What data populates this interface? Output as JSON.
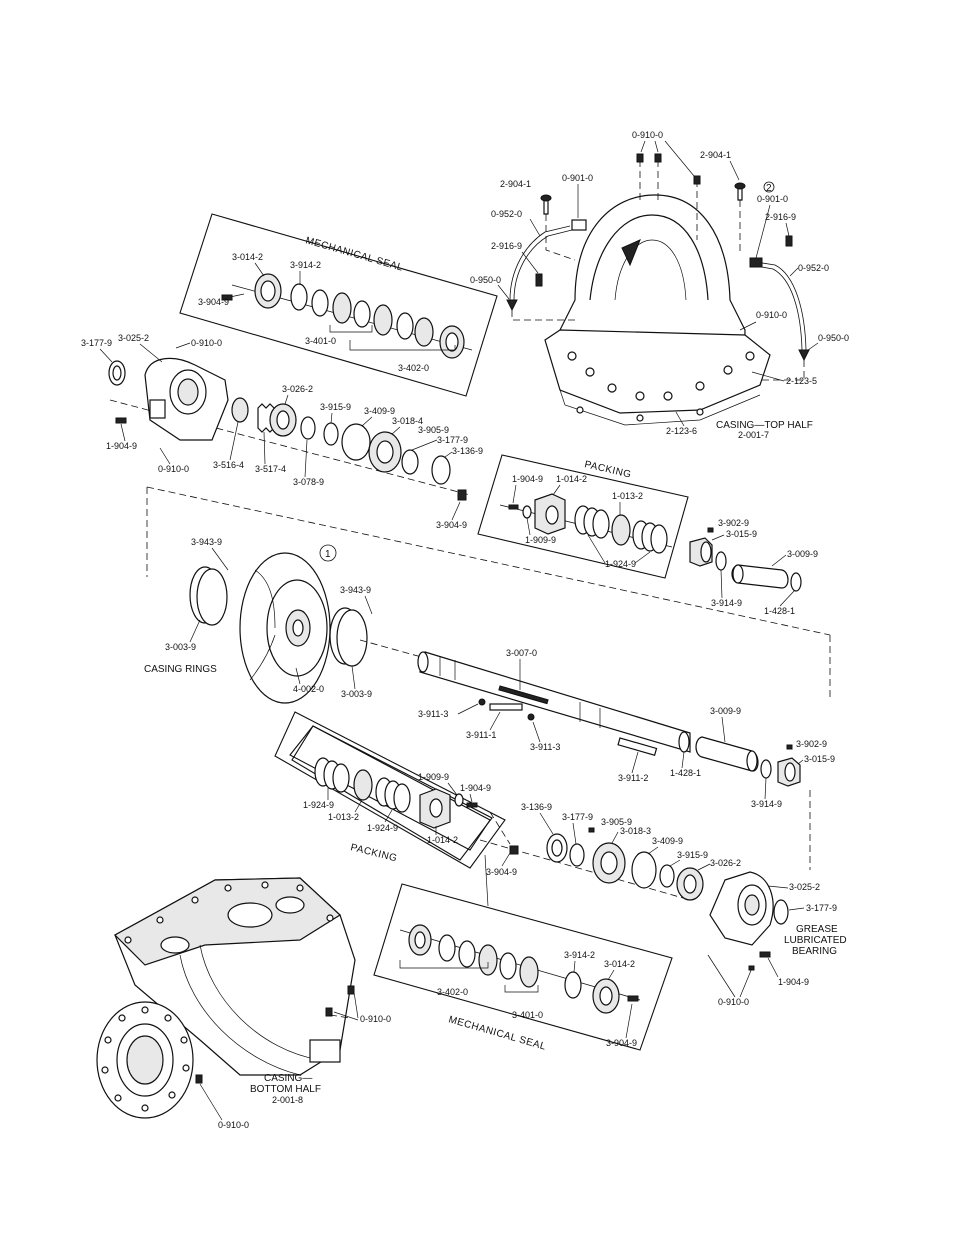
{
  "diagram": {
    "labels": {
      "mech_seal_top": "MECHANICAL SEAL",
      "packing_top": "PACKING",
      "packing_bottom": "PACKING",
      "mech_seal_bottom": "MECHANICAL SEAL",
      "casing_top": "CASING—TOP HALF",
      "casing_top_no": "2-001-7",
      "casing_bottom_1": "CASING—",
      "casing_bottom_2": "BOTTOM HALF",
      "casing_bottom_no": "2-001-8",
      "casing_rings": "CASING RINGS",
      "grease_1": "GREASE",
      "grease_2": "LUBRICATED",
      "grease_3": "BEARING",
      "circle_1": "1",
      "circle_2": "2"
    },
    "callouts": {
      "p0910_top": "0-910-0",
      "p2904_r": "2-904-1",
      "p2904_l": "2-904-1",
      "p0901_l": "0-901-0",
      "p0901_r": "0-901-0",
      "p0952_l": "0-952-0",
      "p0952_r": "0-952-0",
      "p2916_l": "2-916-9",
      "p2916_r": "2-916-9",
      "p0950_l": "0-950-0",
      "p0950_r": "0-950-0",
      "p0910_cas": "0-910-0",
      "p2123_5": "2-123-5",
      "p2123_6": "2-123-6",
      "p3014_2": "3-014-2",
      "p3914_2": "3-914-2",
      "p3904_9a": "3-904-9",
      "p3401_0": "3-401-0",
      "p3402_0": "3-402-0",
      "p3177_9a": "3-177-9",
      "p3025_2a": "3-025-2",
      "p0910_b": "0-910-0",
      "p1904_9a": "1-904-9",
      "p0910_c": "0-910-0",
      "p3516_4": "3-516-4",
      "p3517_4": "3-517-4",
      "p3026_2a": "3-026-2",
      "p3078_9": "3-078-9",
      "p3915_9a": "3-915-9",
      "p3409_9a": "3-409-9",
      "p3018_4": "3-018-4",
      "p3905_9a": "3-905-9",
      "p3177_9b": "3-177-9",
      "p3136_9a": "3-136-9",
      "p3904_9b": "3-904-9",
      "p1904_9b": "1-904-9",
      "p1014_2a": "1-014-2",
      "p1013_2a": "1-013-2",
      "p1909_9a": "1-909-9",
      "p1924_9a": "1-924-9",
      "p3902_9a": "3-902-9",
      "p3015_9a": "3-015-9",
      "p3009_9a": "3-009-9",
      "p3914_9a": "3-914-9",
      "p1428_1a": "1-428-1",
      "p3943_9a": "3-943-9",
      "p3943_9b": "3-943-9",
      "p3003_9a": "3-003-9",
      "p3003_9b": "3-003-9",
      "p4002_0": "4-002-0",
      "p3007_0": "3-007-0",
      "p3911_3a": "3-911-3",
      "p3911_1": "3-911-1",
      "p3911_3b": "3-911-3",
      "p3911_2": "3-911-2",
      "p3009_9b": "3-009-9",
      "p1428_1b": "1-428-1",
      "p3902_9b": "3-902-9",
      "p3015_9b": "3-015-9",
      "p3914_9b": "3-914-9",
      "p1909_9b": "1-909-9",
      "p1904_9c": "1-904-9",
      "p1924_9b": "1-924-9",
      "p1013_2b": "1-013-2",
      "p1924_9c": "1-924-9",
      "p1014_2b": "1-014-2",
      "p3136_9b": "3-136-9",
      "p3177_9c": "3-177-9",
      "p3905_9b": "3-905-9",
      "p3018_3": "3-018-3",
      "p3409_9b": "3-409-9",
      "p3915_9b": "3-915-9",
      "p3026_2b": "3-026-2",
      "p3025_2b": "3-025-2",
      "p3177_9d": "3-177-9",
      "p3904_9c": "3-904-9",
      "p3914_2b": "3-914-2",
      "p3014_2b": "3-014-2",
      "p3402_0b": "3-402-0",
      "p3401_0b": "3-401-0",
      "p3904_9d": "3-904-9",
      "p0910_d": "0-910-0",
      "p1904_9d": "1-904-9",
      "p0910_e": "0-910-0",
      "p0910_f": "0-910-0"
    }
  }
}
